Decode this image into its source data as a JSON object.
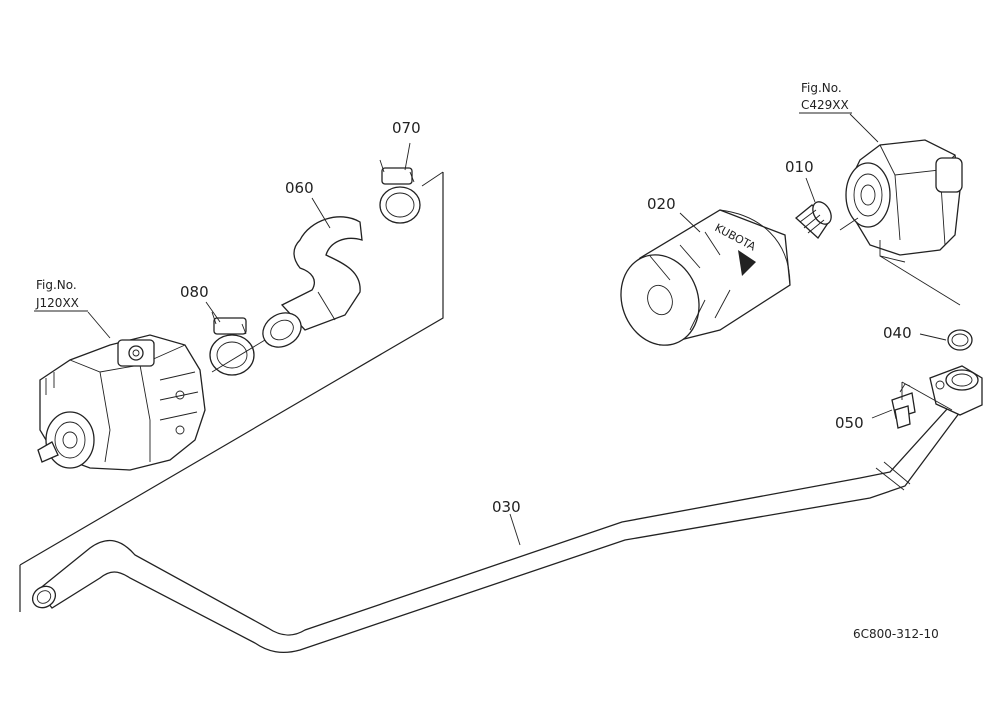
{
  "parts": [
    {
      "id": "p010",
      "label": "010"
    },
    {
      "id": "p020",
      "label": "020"
    },
    {
      "id": "p030",
      "label": "030"
    },
    {
      "id": "p040",
      "label": "040"
    },
    {
      "id": "p050",
      "label": "050"
    },
    {
      "id": "p060",
      "label": "060"
    },
    {
      "id": "p070",
      "label": "070"
    },
    {
      "id": "p080",
      "label": "080"
    }
  ],
  "fig_refs": [
    {
      "title": "Fig.No.",
      "code": "J120XX"
    },
    {
      "title": "Fig.No.",
      "code": "C429XX"
    }
  ],
  "filter_logo": "KUBOTA",
  "drawing_id": "6C800-312-10"
}
